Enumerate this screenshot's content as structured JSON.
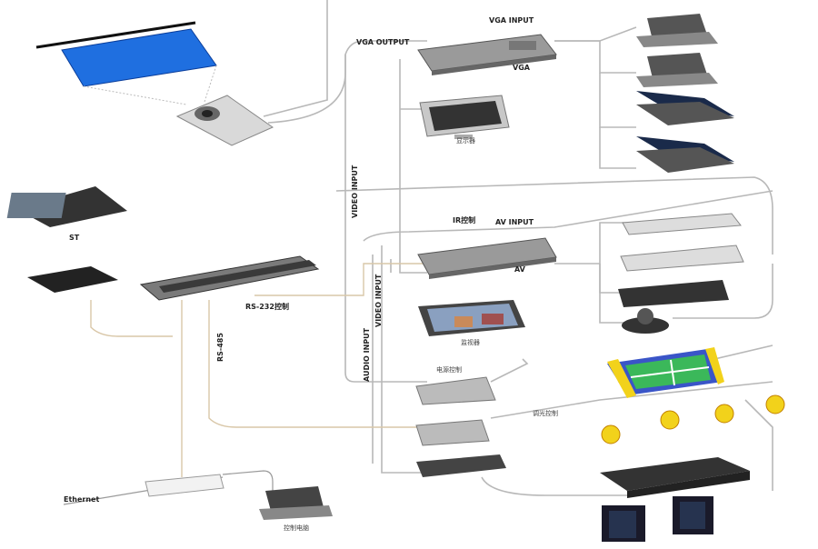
{
  "labels": {
    "vga_output": "VGA OUTPUT",
    "vga_input": "VGA INPUT",
    "vga": "VGA",
    "video_input_1": "VIDEO INPUT",
    "video_input_2": "VIDEO INPUT",
    "audio_input": "AUDIO INPUT",
    "ir": "IR控制",
    "av_input": "AV INPUT",
    "av": "AV",
    "rs232": "RS-232控制",
    "rs485": "RS-485",
    "st": "ST",
    "ethernet": "Ethernet",
    "monitor_1": "显示器",
    "monitor_2": "监视器",
    "power_control": "电源控制",
    "light_control": "调光控制",
    "control_pc": "控制电脑"
  },
  "colors": {
    "wire_gray": "#b8b8b8",
    "wire_tan": "#d9c7a8",
    "device_gray": "#8a8a8a",
    "screen_blue": "#1f6fe0",
    "bulb_yellow": "#f2d21b",
    "curtain_blue": "#3a55c8",
    "window_green": "#3bb85a"
  }
}
